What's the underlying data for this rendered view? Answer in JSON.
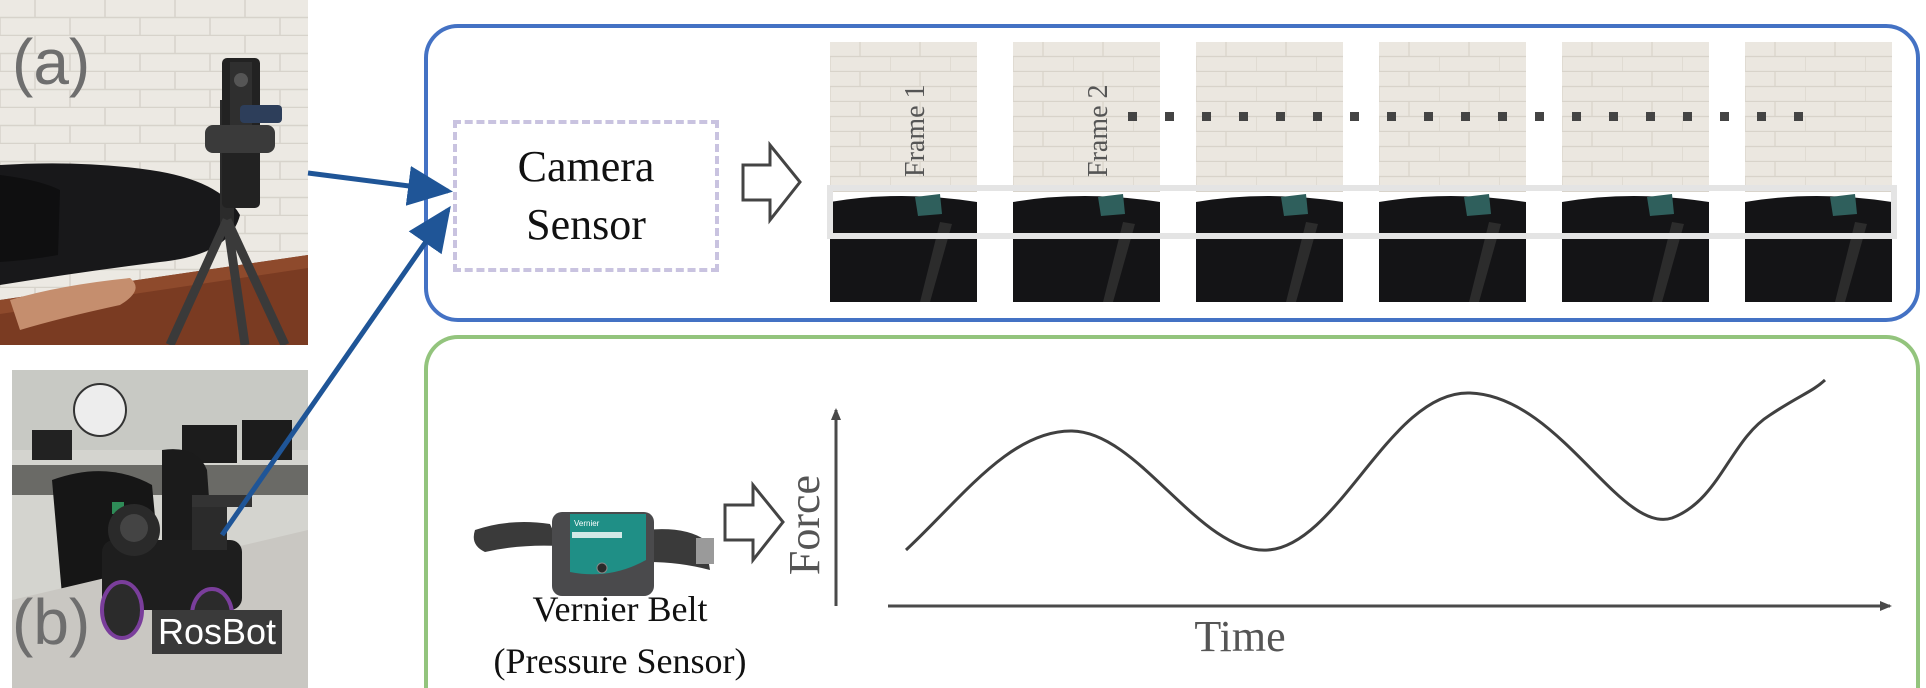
{
  "panels": {
    "a_label": "(a)",
    "b_label": "(b)",
    "robot_label": "RosBot"
  },
  "camera_pipeline": {
    "sensor_label_line1": "Camera",
    "sensor_label_line2": "Sensor",
    "frames": [
      {
        "label": "Frame 1"
      },
      {
        "label": "Frame 2"
      },
      {
        "label": ""
      },
      {
        "label": ""
      },
      {
        "label": ""
      },
      {
        "label": ""
      }
    ]
  },
  "force_pipeline": {
    "belt_label_line1": "Vernier Belt",
    "belt_label_line2": "(Pressure Sensor)",
    "y_axis_label": "Force",
    "x_axis_label": "Time",
    "belt_device_text": "Vernier"
  },
  "colors": {
    "camera_box": "#4472c4",
    "force_box": "#93c47d",
    "arrow": "#1f5597",
    "sensor_dashed": "#c9c3e0",
    "curve": "#404040"
  }
}
